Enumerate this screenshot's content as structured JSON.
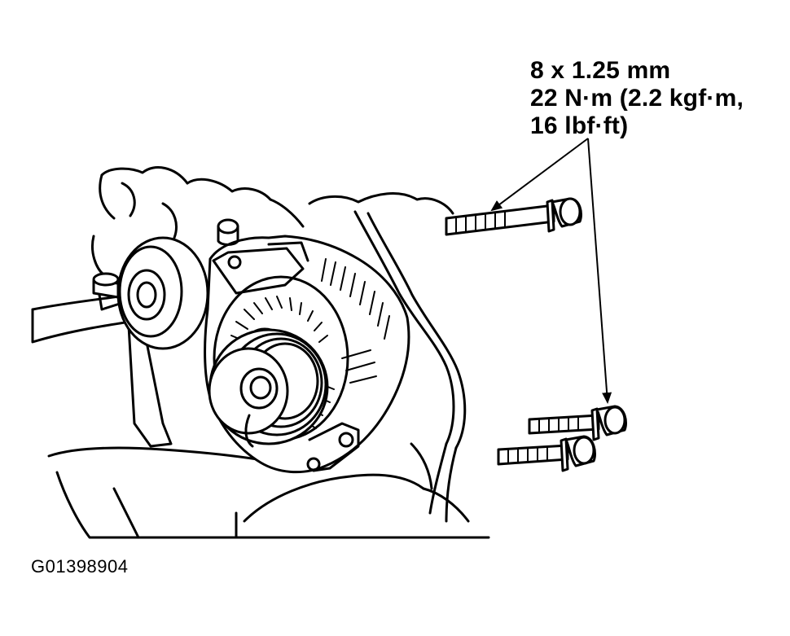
{
  "callout": {
    "line1": "8 x 1.25 mm",
    "line2": "22 N·m (2.2 kgf·m,",
    "line3": "16 lbf·ft)"
  },
  "figure_id": "G01398904"
}
